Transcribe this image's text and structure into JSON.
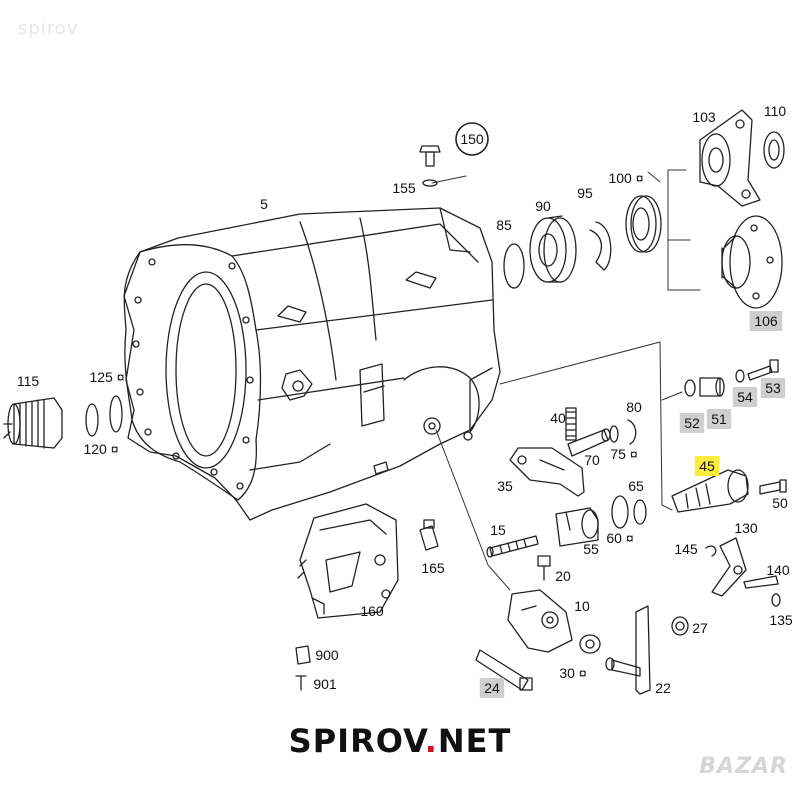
{
  "watermark": "spirov",
  "brand": {
    "name": "SPIROV",
    "dot": ".",
    "tld": "NET"
  },
  "corner_logo": "BAZAR",
  "parts": [
    {
      "id": "5",
      "label": "5",
      "highlight": "none"
    },
    {
      "id": "10",
      "label": "10",
      "highlight": "none"
    },
    {
      "id": "15",
      "label": "15",
      "highlight": "none"
    },
    {
      "id": "20",
      "label": "20",
      "highlight": "none"
    },
    {
      "id": "22",
      "label": "22",
      "highlight": "none"
    },
    {
      "id": "24",
      "label": "24",
      "highlight": "gray"
    },
    {
      "id": "27",
      "label": "27",
      "highlight": "none"
    },
    {
      "id": "30",
      "label": "30 ¤",
      "highlight": "none"
    },
    {
      "id": "35",
      "label": "35",
      "highlight": "none"
    },
    {
      "id": "40",
      "label": "40",
      "highlight": "none"
    },
    {
      "id": "45",
      "label": "45",
      "highlight": "yellow"
    },
    {
      "id": "50",
      "label": "50",
      "highlight": "none"
    },
    {
      "id": "51",
      "label": "51",
      "highlight": "gray"
    },
    {
      "id": "52",
      "label": "52",
      "highlight": "gray"
    },
    {
      "id": "53",
      "label": "53",
      "highlight": "gray"
    },
    {
      "id": "54",
      "label": "54",
      "highlight": "gray"
    },
    {
      "id": "55",
      "label": "55",
      "highlight": "none"
    },
    {
      "id": "60",
      "label": "60 ¤",
      "highlight": "none"
    },
    {
      "id": "65",
      "label": "65",
      "highlight": "none"
    },
    {
      "id": "70",
      "label": "70",
      "highlight": "none"
    },
    {
      "id": "75",
      "label": "75 ¤",
      "highlight": "none"
    },
    {
      "id": "80",
      "label": "80",
      "highlight": "none"
    },
    {
      "id": "85",
      "label": "85",
      "highlight": "none"
    },
    {
      "id": "90",
      "label": "90",
      "highlight": "none"
    },
    {
      "id": "95",
      "label": "95",
      "highlight": "none"
    },
    {
      "id": "100",
      "label": "100 ¤",
      "highlight": "none"
    },
    {
      "id": "103",
      "label": "103",
      "highlight": "none"
    },
    {
      "id": "106",
      "label": "106",
      "highlight": "gray"
    },
    {
      "id": "110",
      "label": "110",
      "highlight": "none"
    },
    {
      "id": "115",
      "label": "115",
      "highlight": "none"
    },
    {
      "id": "120",
      "label": "120 ¤",
      "highlight": "none"
    },
    {
      "id": "125",
      "label": "125 ¤",
      "highlight": "none"
    },
    {
      "id": "130",
      "label": "130",
      "highlight": "none"
    },
    {
      "id": "135",
      "label": "135",
      "highlight": "none"
    },
    {
      "id": "140",
      "label": "140",
      "highlight": "none"
    },
    {
      "id": "145",
      "label": "145",
      "highlight": "none"
    },
    {
      "id": "150",
      "label": "150",
      "highlight": "circle"
    },
    {
      "id": "155",
      "label": "155",
      "highlight": "none"
    },
    {
      "id": "160",
      "label": "160",
      "highlight": "none"
    },
    {
      "id": "165",
      "label": "165",
      "highlight": "none"
    },
    {
      "id": "900",
      "label": "900",
      "highlight": "none"
    },
    {
      "id": "901",
      "label": "901",
      "highlight": "none"
    }
  ],
  "colors": {
    "yellow_highlight": "#ffeb3b",
    "gray_highlight": "#cfcfcf",
    "brand_dot": "#d0142c",
    "line": "#222222"
  }
}
